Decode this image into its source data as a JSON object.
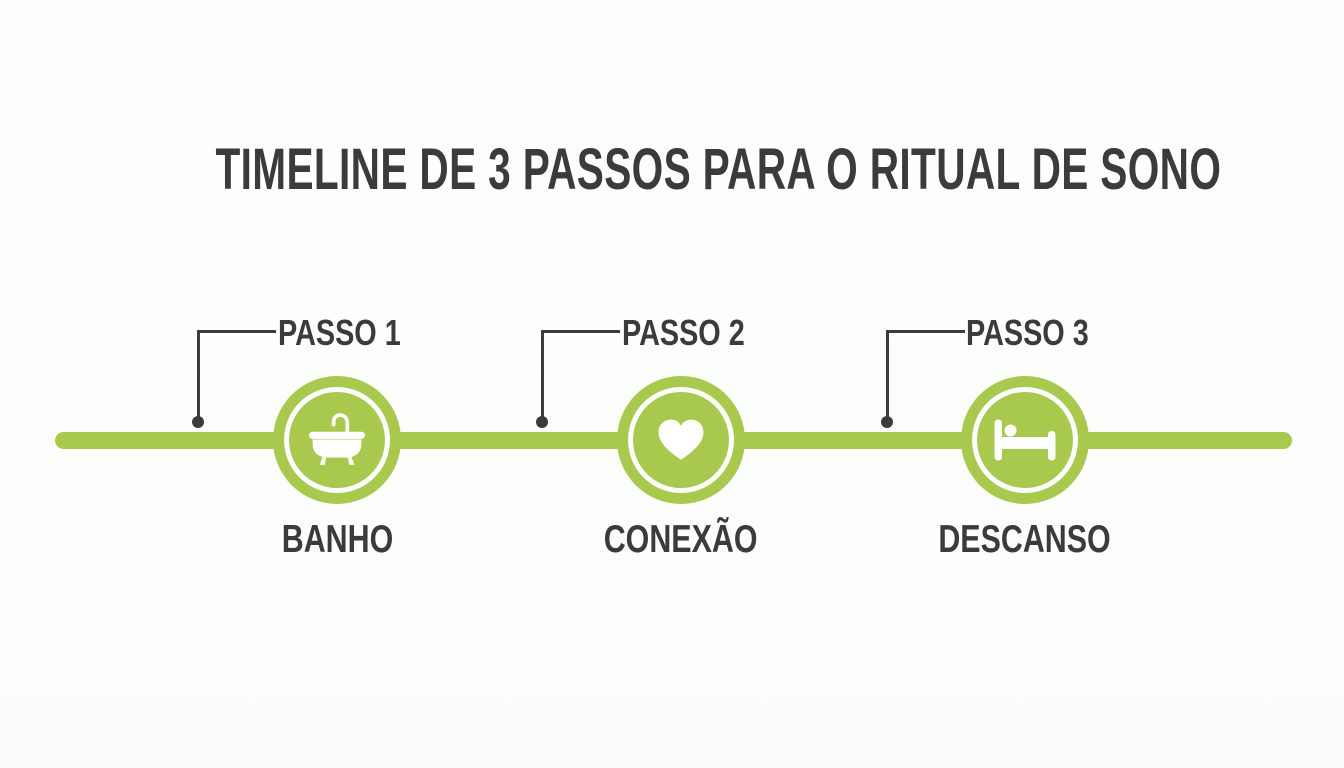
{
  "title": "TIMELINE DE 3 PASSOS PARA O RITUAL DE SONO",
  "colors": {
    "accent_green": "#a8c94d",
    "text_dark": "#3b3b3b",
    "background": "#fdfefd",
    "icon_white": "#ffffff"
  },
  "timeline": {
    "steps": [
      {
        "step_label": "PASSO 1",
        "name": "BANHO",
        "icon": "bathtub-icon"
      },
      {
        "step_label": "PASSO 2",
        "name": "CONEXÃO",
        "icon": "heart-icon"
      },
      {
        "step_label": "PASSO 3",
        "name": "DESCANSO",
        "icon": "bed-icon"
      }
    ]
  }
}
